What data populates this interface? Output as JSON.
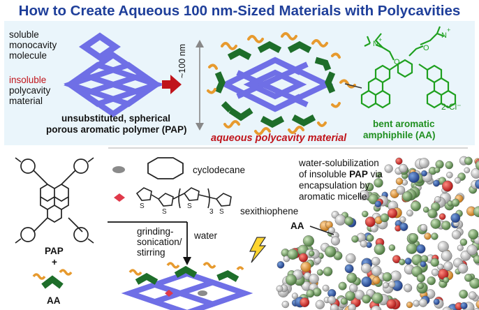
{
  "title": "How to Create Aqueous 100 nm-Sized Materials with Polycavities",
  "top": {
    "soluble_label": [
      "soluble",
      "monocavity",
      "molecule"
    ],
    "insoluble_word": "insoluble",
    "insoluble_label": [
      "polycavity",
      "material"
    ],
    "pap_caption": [
      "unsubstituted, spherical",
      "porous aromatic polymer (PAP)"
    ],
    "size_label": "~100 nm",
    "aqueous_caption": "aqueous polycavity material",
    "amphiphile_caption": [
      "bent aromatic",
      "amphiphile (AA)"
    ],
    "counterion": "2•Cl⁻"
  },
  "bottom": {
    "cyclodecane": "cyclodecane",
    "sexithiophene": "sexithiophene",
    "subscript_3": "3",
    "pap_label": "PAP",
    "plus": "+",
    "aa_label": "AA",
    "process": [
      "grinding-",
      "sonication/",
      "stirring"
    ],
    "water": "water",
    "solubilization": [
      "water-solubilization",
      "of insoluble",
      "PAP",
      "via",
      "encapsulation by",
      "aromatic micelle"
    ],
    "aa_pointer": "AA"
  },
  "colors": {
    "title": "#1f3f9a",
    "lattice": "#6f6fe6",
    "amphiphile_green": "#1e6e2a",
    "chain_orange": "#e79a2e",
    "arrow_red": "#c0141b",
    "caption_green": "#1f8f1f"
  }
}
